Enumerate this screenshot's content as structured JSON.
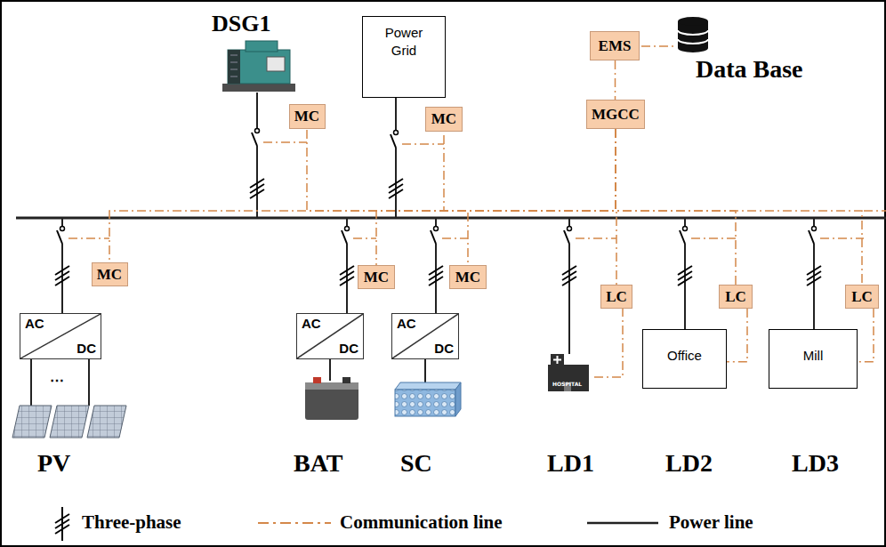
{
  "diagram": {
    "nodes": [
      {
        "text": [
          "MC"
        ]
      },
      {
        "text": [
          "Power Grid"
        ]
      },
      {
        "text": [
          "MC"
        ]
      },
      {
        "text": [
          "EMS"
        ]
      },
      {
        "text": [
          "MGCC"
        ]
      },
      {
        "text": [
          "MC"
        ]
      },
      {
        "text": [
          "AC",
          "DC"
        ]
      },
      {
        "text": [
          "MC"
        ]
      },
      {
        "text": [
          "AC",
          "DC"
        ]
      },
      {
        "text": [
          "MC"
        ]
      },
      {
        "text": [
          "AC",
          "DC"
        ]
      },
      {
        "text": [
          "LC"
        ]
      },
      {
        "text": [
          "Office"
        ]
      },
      {
        "text": [
          "LC"
        ]
      },
      {
        "text": [
          "Mill"
        ]
      },
      {
        "text": [
          "LC"
        ]
      }
    ],
    "edges": [
      {
        "from": 3,
        "to": 4,
        "arrow": "none"
      },
      {
        "from": 4,
        "to": 0,
        "arrow": "none"
      },
      {
        "from": 4,
        "to": 2,
        "arrow": "none"
      },
      {
        "from": 4,
        "to": 5,
        "arrow": "none"
      },
      {
        "from": 4,
        "to": 7,
        "arrow": "none"
      },
      {
        "from": 4,
        "to": 9,
        "arrow": "none"
      },
      {
        "from": 4,
        "to": 11,
        "arrow": "none"
      },
      {
        "from": 4,
        "to": 13,
        "arrow": "none"
      },
      {
        "from": 4,
        "to": 15,
        "arrow": "none"
      },
      {
        "from": 13,
        "to": 12,
        "arrow": "none"
      },
      {
        "from": 15,
        "to": 14,
        "arrow": "none"
      }
    ],
    "labels": [
      "DSG1",
      "Data Base",
      "⋯",
      "PV",
      "BAT",
      "SC",
      "HOSPITAL",
      "LD1",
      "LD2",
      "LD3"
    ],
    "legend": [
      {
        "text": "Three-phase"
      },
      {
        "text": "Communication line"
      },
      {
        "text": "Power line"
      }
    ]
  }
}
